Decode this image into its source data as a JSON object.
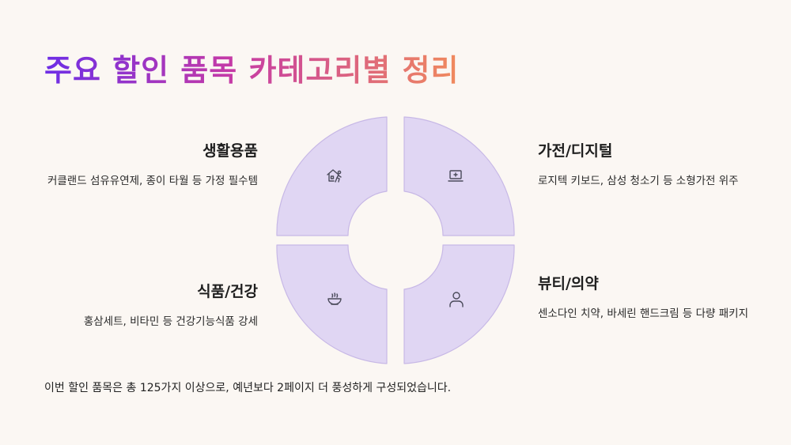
{
  "title": "주요 할인 품목 카테고리별 정리",
  "categories": [
    {
      "title": "생활용품",
      "desc": "커클랜드 섬유유연제, 종이 타월 등 가정 필수템",
      "icon": "house-person-icon"
    },
    {
      "title": "가전/디지털",
      "desc": "로지텍 키보드, 삼성 청소기 등 소형가전 위주",
      "icon": "laptop-icon"
    },
    {
      "title": "식품/건강",
      "desc": "홍삼세트, 비타민 등 건강기능식품 강세",
      "icon": "bowl-icon"
    },
    {
      "title": "뷰티/의약",
      "desc": "센소다인 치약, 바세린 핸드크림 등 다량 패키지",
      "icon": "person-icon"
    }
  ],
  "footer": "이번 할인 품목은 총 125가지 이상으로, 예년보다 2페이지 더 풍성하게 구성되었습니다.",
  "colors": {
    "segment_fill": "#e0d6f3",
    "segment_stroke": "#c7b8e6",
    "icon_stroke": "#4a4a5a"
  }
}
